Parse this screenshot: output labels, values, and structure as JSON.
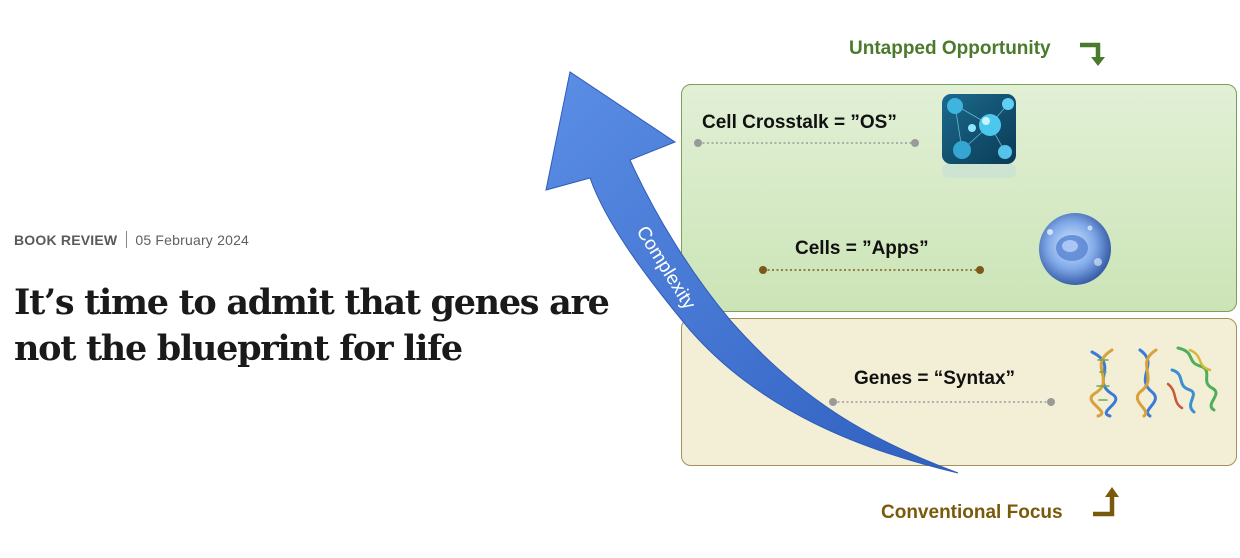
{
  "article": {
    "section": "BOOK REVIEW",
    "date": "05 February 2024",
    "headline": "It’s time to admit that genes are not the blueprint for life"
  },
  "diagram": {
    "arrow_label": "Complexity",
    "top_caption": "Untapped Opportunity",
    "bottom_caption": "Conventional Focus",
    "rows": [
      {
        "label": "Cell Crosstalk = ”OS”",
        "icon": "cell-network-icon"
      },
      {
        "label": "Cells = ”Apps”",
        "icon": "cell-icon"
      },
      {
        "label": "Genes = “Syntax”",
        "icon": "dna-protein-icon"
      }
    ],
    "colors": {
      "top_panel": "#cbe4b6",
      "bottom_panel": "#f3eed6",
      "arrow": "#3f6fcf",
      "top_caption": "#4a7a2b",
      "bottom_caption": "#7a5a0a"
    }
  }
}
